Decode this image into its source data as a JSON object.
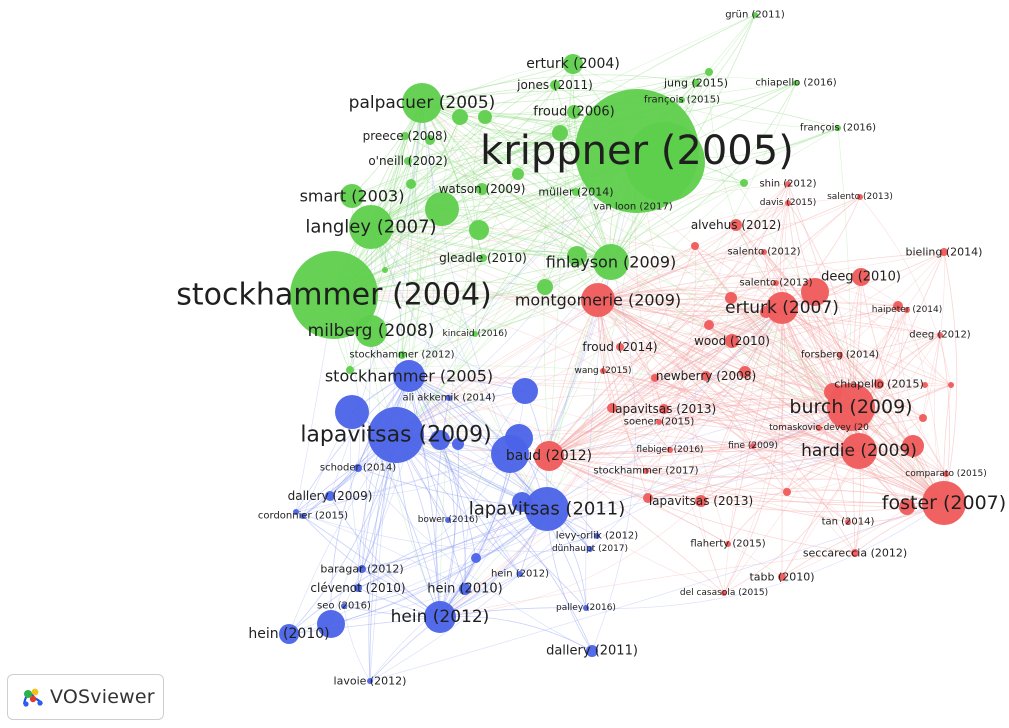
{
  "app": {
    "name": "VOSviewer"
  },
  "colors": {
    "clusters": {
      "green": "#5ecf4c",
      "red": "#ef5a5a",
      "blue": "#4a63e8"
    },
    "links": {
      "green": "#8fdc80",
      "red": "#f3a3a3",
      "blue": "#8a9bf2"
    },
    "label": "#1f1f1f",
    "badge_border": "#cfcfcf",
    "badge_text": "#333333"
  },
  "network": {
    "clusters": [
      "green",
      "red",
      "blue"
    ],
    "nodes": [
      {
        "id": "krippner2005",
        "label": "krippner (2005)",
        "cluster": "green"
      },
      {
        "id": "stockhammer2004",
        "label": "stockhammer (2004)",
        "cluster": "green"
      },
      {
        "id": "palpacuer2005",
        "label": "palpacuer (2005)",
        "cluster": "green"
      },
      {
        "id": "langley2007",
        "label": "langley (2007)",
        "cluster": "green"
      },
      {
        "id": "smart2003",
        "label": "smart (2003)",
        "cluster": "green"
      },
      {
        "id": "milberg2008",
        "label": "milberg (2008)",
        "cluster": "green"
      },
      {
        "id": "erturk2004",
        "label": "erturk (2004)",
        "cluster": "green"
      },
      {
        "id": "jones2011",
        "label": "jones (2011)",
        "cluster": "green"
      },
      {
        "id": "froud2006",
        "label": "froud (2006)",
        "cluster": "green"
      },
      {
        "id": "preece2008",
        "label": "preece (2008)",
        "cluster": "green"
      },
      {
        "id": "oneill2002",
        "label": "o'neill (2002)",
        "cluster": "green"
      },
      {
        "id": "watson2009",
        "label": "watson (2009)",
        "cluster": "green"
      },
      {
        "id": "muller2014",
        "label": "müller (2014)",
        "cluster": "green"
      },
      {
        "id": "vanloon2017",
        "label": "van loon (2017)",
        "cluster": "green"
      },
      {
        "id": "gleadle2010",
        "label": "gleadle (2010)",
        "cluster": "green"
      },
      {
        "id": "finlayson2009",
        "label": "finlayson (2009)",
        "cluster": "green"
      },
      {
        "id": "jung2015",
        "label": "jung (2015)",
        "cluster": "green"
      },
      {
        "id": "francois2015",
        "label": "françois (2015)",
        "cluster": "green"
      },
      {
        "id": "chiapello2016",
        "label": "chiapello (2016)",
        "cluster": "green"
      },
      {
        "id": "francois2016",
        "label": "françois (2016)",
        "cluster": "green"
      },
      {
        "id": "grun2011",
        "label": "grün (2011)",
        "cluster": "green"
      },
      {
        "id": "kincaid2016",
        "label": "kincaid (2016)",
        "cluster": "green"
      },
      {
        "id": "stockhammer2012",
        "label": "stockhammer (2012)",
        "cluster": "green"
      },
      {
        "id": "montgomerie2009",
        "label": "montgomerie (2009)",
        "cluster": "red"
      },
      {
        "id": "erturk2007",
        "label": "erturk (2007)",
        "cluster": "red"
      },
      {
        "id": "burch2009",
        "label": "burch (2009)",
        "cluster": "red"
      },
      {
        "id": "hardie2009",
        "label": "hardie (2009)",
        "cluster": "red"
      },
      {
        "id": "foster2007",
        "label": "foster (2007)",
        "cluster": "red"
      },
      {
        "id": "baud2012",
        "label": "baud (2012)",
        "cluster": "red"
      },
      {
        "id": "alvehus2012",
        "label": "alvehus (2012)",
        "cluster": "red"
      },
      {
        "id": "deeg2010",
        "label": "deeg (2010)",
        "cluster": "red"
      },
      {
        "id": "wood2010",
        "label": "wood (2010)",
        "cluster": "red"
      },
      {
        "id": "froud2014",
        "label": "froud (2014)",
        "cluster": "red"
      },
      {
        "id": "newberry2008",
        "label": "newberry (2008)",
        "cluster": "red"
      },
      {
        "id": "lapavitsas2013a",
        "label": "lapavitsas (2013)",
        "cluster": "red"
      },
      {
        "id": "lapavitsas2013b",
        "label": "lapavitsas (2013)",
        "cluster": "red"
      },
      {
        "id": "shin2012",
        "label": "shin (2012)",
        "cluster": "red"
      },
      {
        "id": "davis2015",
        "label": "davis (2015)",
        "cluster": "red"
      },
      {
        "id": "salento2013a",
        "label": "salento (2013)",
        "cluster": "red"
      },
      {
        "id": "salento2012",
        "label": "salento (2012)",
        "cluster": "red"
      },
      {
        "id": "salento2013b",
        "label": "salento (2013)",
        "cluster": "red"
      },
      {
        "id": "bieling2014",
        "label": "bieling (2014)",
        "cluster": "red"
      },
      {
        "id": "haipeter2014",
        "label": "haipeter (2014)",
        "cluster": "red"
      },
      {
        "id": "deeg2012",
        "label": "deeg (2012)",
        "cluster": "red"
      },
      {
        "id": "forsberg2014",
        "label": "forsberg (2014)",
        "cluster": "red"
      },
      {
        "id": "chiapello2015",
        "label": "chiapello (2015)",
        "cluster": "red"
      },
      {
        "id": "tomaskovicdevey",
        "label": "tomaskovic-devey (20",
        "cluster": "red"
      },
      {
        "id": "fine2009",
        "label": "fine (2009)",
        "cluster": "red"
      },
      {
        "id": "soener2015",
        "label": "soener (2015)",
        "cluster": "red"
      },
      {
        "id": "flebiger2016",
        "label": "flebiger (2016)",
        "cluster": "red"
      },
      {
        "id": "stockhammer2017",
        "label": "stockhammer (2017)",
        "cluster": "red"
      },
      {
        "id": "comparato2015",
        "label": "comparato (2015)",
        "cluster": "red"
      },
      {
        "id": "tan2014",
        "label": "tan (2014)",
        "cluster": "red"
      },
      {
        "id": "flaherty2015",
        "label": "flaherty (2015)",
        "cluster": "red"
      },
      {
        "id": "seccareccia2012",
        "label": "seccareccia (2012)",
        "cluster": "red"
      },
      {
        "id": "tabb2010",
        "label": "tabb (2010)",
        "cluster": "red"
      },
      {
        "id": "delcasasola2015",
        "label": "del casasola (2015)",
        "cluster": "red"
      },
      {
        "id": "wang2015",
        "label": "wang (2015)",
        "cluster": "red"
      },
      {
        "id": "lapavitsas2009",
        "label": "lapavitsas (2009)",
        "cluster": "blue"
      },
      {
        "id": "lapavitsas2011",
        "label": "lapavitsas (2011)",
        "cluster": "blue"
      },
      {
        "id": "stockhammer2005",
        "label": "stockhammer (2005)",
        "cluster": "blue"
      },
      {
        "id": "hein2012",
        "label": "hein (2012)",
        "cluster": "blue"
      },
      {
        "id": "hein2010a",
        "label": "hein (2010)",
        "cluster": "blue"
      },
      {
        "id": "hein2010b",
        "label": "hein (2010)",
        "cluster": "blue"
      },
      {
        "id": "dallery2011",
        "label": "dallery (2011)",
        "cluster": "blue"
      },
      {
        "id": "dallery2009",
        "label": "dallery (2009)",
        "cluster": "blue"
      },
      {
        "id": "aliakkemik2014",
        "label": "ali akkemik (2014)",
        "cluster": "blue"
      },
      {
        "id": "schoder2014",
        "label": "schoder (2014)",
        "cluster": "blue"
      },
      {
        "id": "cordonnier2015",
        "label": "cordonnier (2015)",
        "cluster": "blue"
      },
      {
        "id": "bower2016",
        "label": "bower (2016)",
        "cluster": "blue"
      },
      {
        "id": "levyorlik2012",
        "label": "levy-orlik (2012)",
        "cluster": "blue"
      },
      {
        "id": "dunhaupt2017",
        "label": "dünhaupt (2017)",
        "cluster": "blue"
      },
      {
        "id": "baragar2012",
        "label": "baragar (2012)",
        "cluster": "blue"
      },
      {
        "id": "clevenot2010",
        "label": "clévenot (2010)",
        "cluster": "blue"
      },
      {
        "id": "hein2012b",
        "label": "hein (2012)",
        "cluster": "blue"
      },
      {
        "id": "seo2016",
        "label": "seo (2016)",
        "cluster": "blue"
      },
      {
        "id": "palley2016",
        "label": "palley (2016)",
        "cluster": "blue"
      },
      {
        "id": "lavoie2012",
        "label": "lavoie (2012)",
        "cluster": "blue"
      }
    ]
  }
}
